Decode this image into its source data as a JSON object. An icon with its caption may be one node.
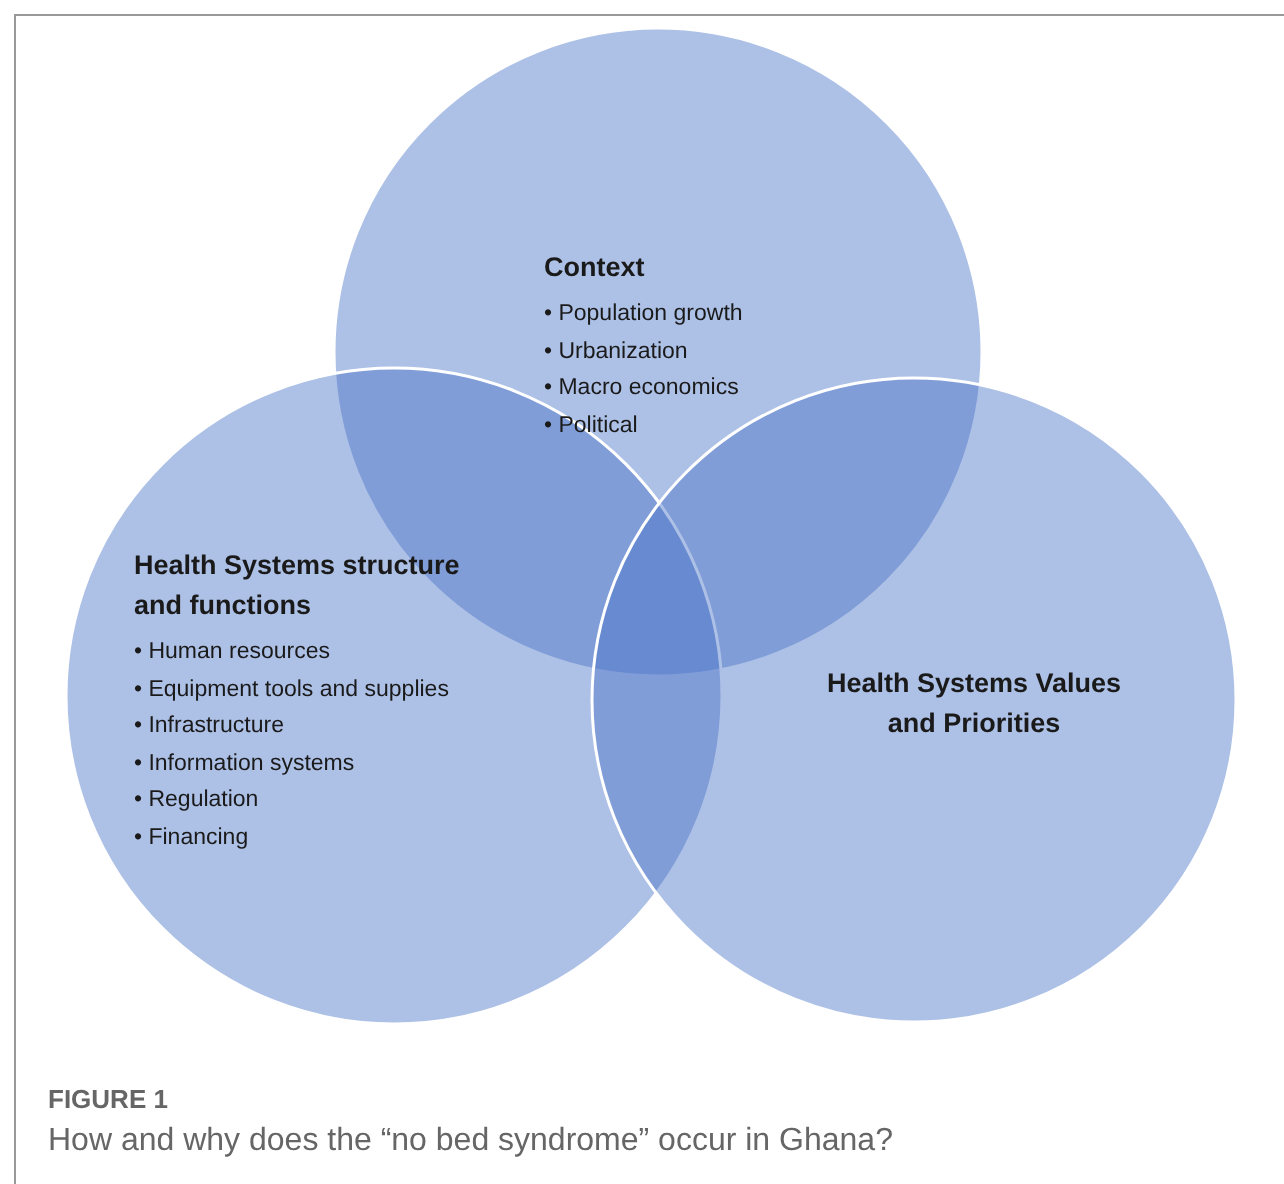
{
  "diagram": {
    "title": "FIGURE 1",
    "caption": "How and why does the “no bed syndrome” occur in Ghana?",
    "nodes": [
      {
        "text": [
          "Context",
          "• Population growth",
          "• Urbanization",
          "• Macro economics",
          "• Political"
        ]
      },
      {
        "text": [
          "Health Systems structure and functions",
          "• Human resources",
          "• Equipment tools and supplies",
          "• Infrastructure",
          "• Information systems",
          "• Regulation",
          "• Financing"
        ]
      },
      {
        "text": [
          "Health Systems Values and Priorities"
        ]
      }
    ]
  }
}
